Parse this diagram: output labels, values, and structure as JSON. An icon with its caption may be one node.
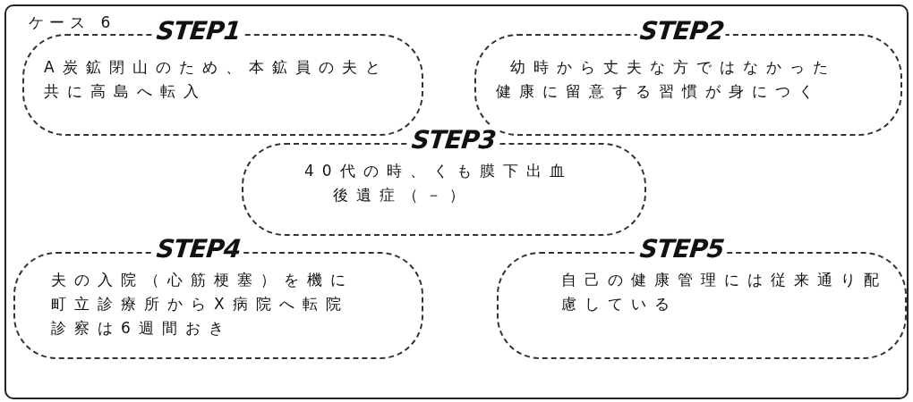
{
  "diagram": {
    "title": "ケース 6",
    "nodes": [
      {
        "text": [
          "STEP1",
          "A炭鉱閉山のため、本鉱員の夫と共に高島へ転入"
        ]
      },
      {
        "text": [
          "STEP2",
          "幼時から丈夫な方ではなかった",
          "健康に留意する習慣が身につく"
        ]
      },
      {
        "text": [
          "STEP3",
          "40代の時、くも膜下出血",
          "後遺症（－）"
        ]
      },
      {
        "text": [
          "STEP4",
          "夫の入院（心筋梗塞）を機に町立診療所からX病院へ転院",
          "診察は6週間おき"
        ]
      },
      {
        "text": [
          "STEP5",
          "自己の健康管理には従来通り配慮している"
        ]
      }
    ]
  }
}
